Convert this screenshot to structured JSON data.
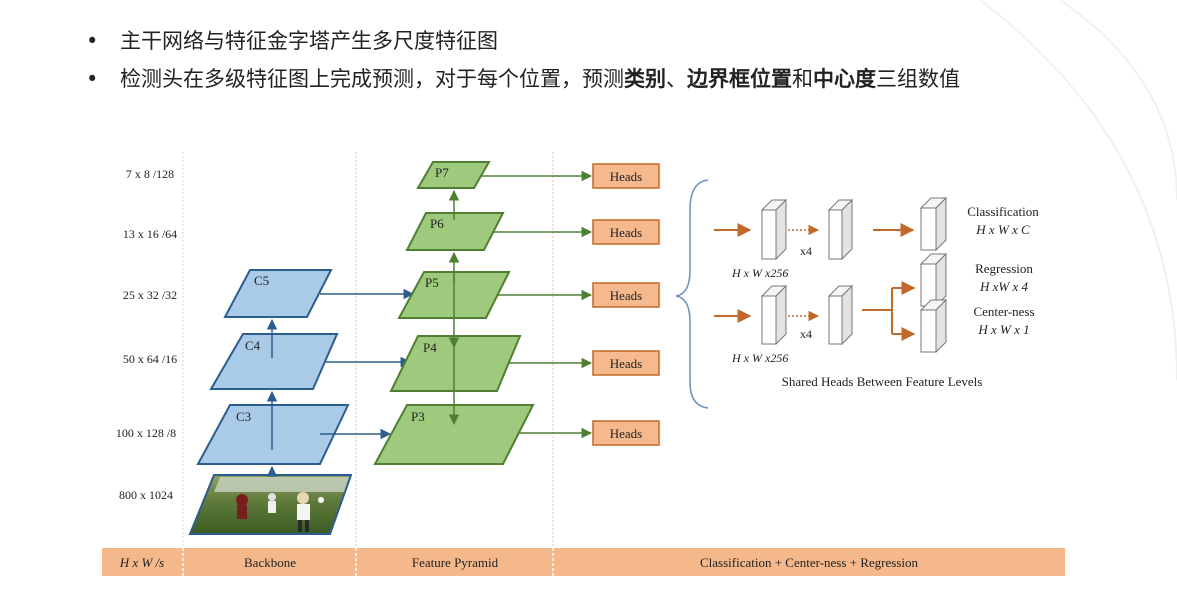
{
  "bullets": {
    "item1": "主干网络与特征金字塔产生多尺度特征图",
    "item2_pre": "检测头在多级特征图上完成预测，对于每个位置，预测",
    "item2_b1": "类别",
    "item2_sep1": "、",
    "item2_b2": "边界框位置",
    "item2_and": "和",
    "item2_b3": "中心度",
    "item2_post": "三组数值"
  },
  "scales": {
    "s7": "7 x 8 /128",
    "s6": "13 x 16 /64",
    "s5": "25 x 32 /32",
    "s4": "50 x 64 /16",
    "s3": "100 x 128 /8",
    "s0": "800 x 1024"
  },
  "backbone": {
    "c3": "C3",
    "c4": "C4",
    "c5": "C5"
  },
  "pyramid": {
    "p3": "P3",
    "p4": "P4",
    "p5": "P5",
    "p6": "P6",
    "p7": "P7"
  },
  "heads_label": "Heads",
  "shared": {
    "classification": "Classification",
    "cls_dim": "H x W x C",
    "regression": "Regression",
    "reg_dim": "H xW x 4",
    "centerness": "Center-ness",
    "ctr_dim": "H x W x 1",
    "x4": "x4",
    "feat_dim": "H x W x256",
    "caption": "Shared Heads Between Feature Levels"
  },
  "footer": {
    "col1": "H x W /s",
    "col2": "Backbone",
    "col3": "Feature Pyramid",
    "col4": "Classification + Center-ness + Regression"
  },
  "colors": {
    "blue_fill": "#a9cbe8",
    "blue_stroke": "#2c5d8c",
    "green_fill": "#9fca7d",
    "green_stroke": "#4f7f32",
    "orange_fill": "#f6b98d",
    "orange_stroke": "#c0692a",
    "footer_bar": "#f5b88b"
  }
}
